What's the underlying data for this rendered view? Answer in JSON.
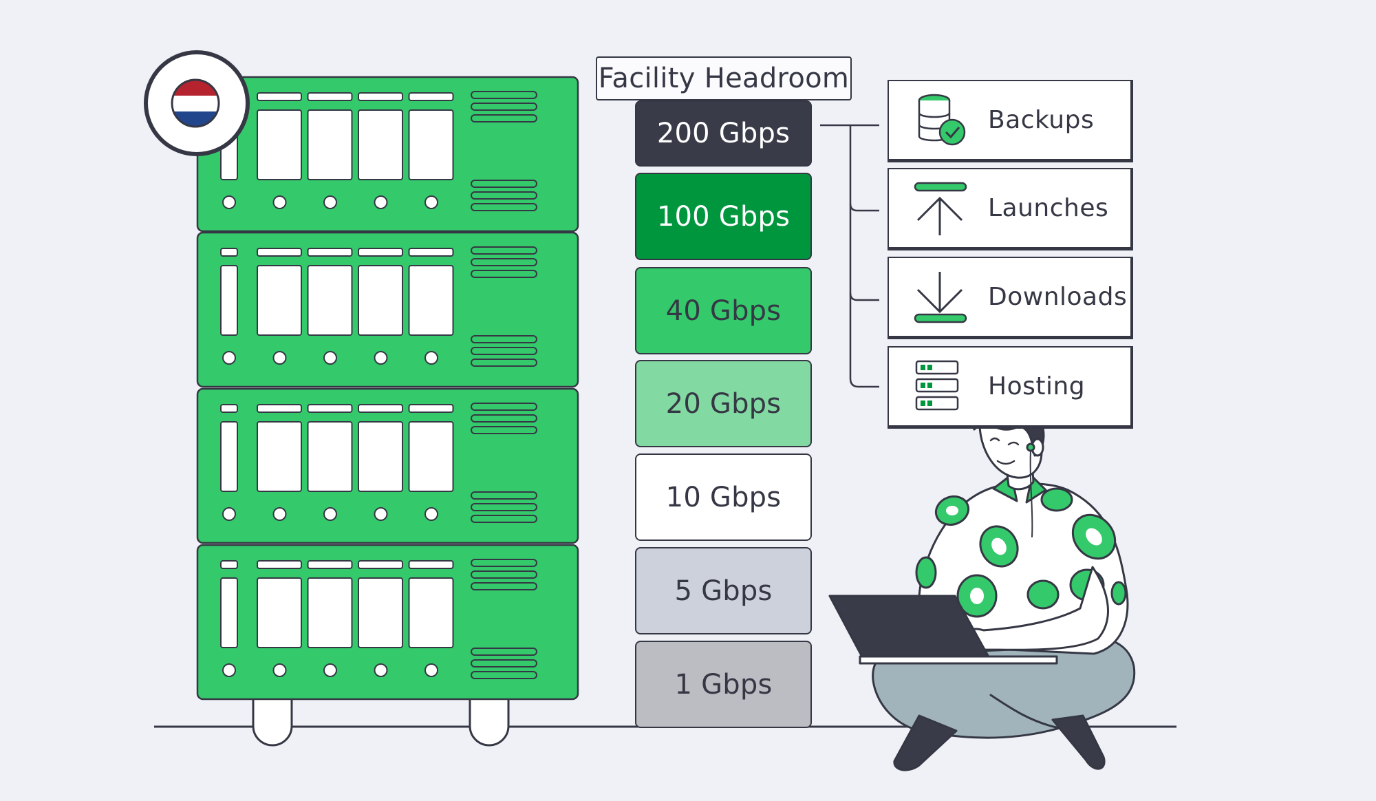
{
  "diagram": {
    "title": "Facility Headroom",
    "tiers": [
      {
        "label": "200 Gbps",
        "fill": "#393b48",
        "text_color": "#ffffff"
      },
      {
        "label": "100 Gbps",
        "fill": "#00963d",
        "text_color": "#ffffff"
      },
      {
        "label": "40 Gbps",
        "fill": "#34c96b",
        "text_color": "#353844"
      },
      {
        "label": "20 Gbps",
        "fill": "#82d9a1",
        "text_color": "#353844"
      },
      {
        "label": "10 Gbps",
        "fill": "#ffffff",
        "text_color": "#353844"
      },
      {
        "label": "5 Gbps",
        "fill": "#cdd1db",
        "text_color": "#353844"
      },
      {
        "label": "1 Gbps",
        "fill": "#bcbdc2",
        "text_color": "#353844"
      }
    ],
    "use_cases": [
      {
        "label": "Backups",
        "icon": "database-check-icon"
      },
      {
        "label": "Launches",
        "icon": "upload-arrow-icon"
      },
      {
        "label": "Downloads",
        "icon": "download-arrow-icon"
      },
      {
        "label": "Hosting",
        "icon": "server-stack-icon"
      }
    ],
    "flag": "netherlands-flag-icon"
  },
  "colors": {
    "background": "#eff1f6",
    "server_green": "#34c96b",
    "outline": "#353844",
    "accent_green": "#00963d",
    "flag_red": "#b5232f",
    "flag_blue": "#21468b",
    "pants": "#a1b4bb"
  }
}
